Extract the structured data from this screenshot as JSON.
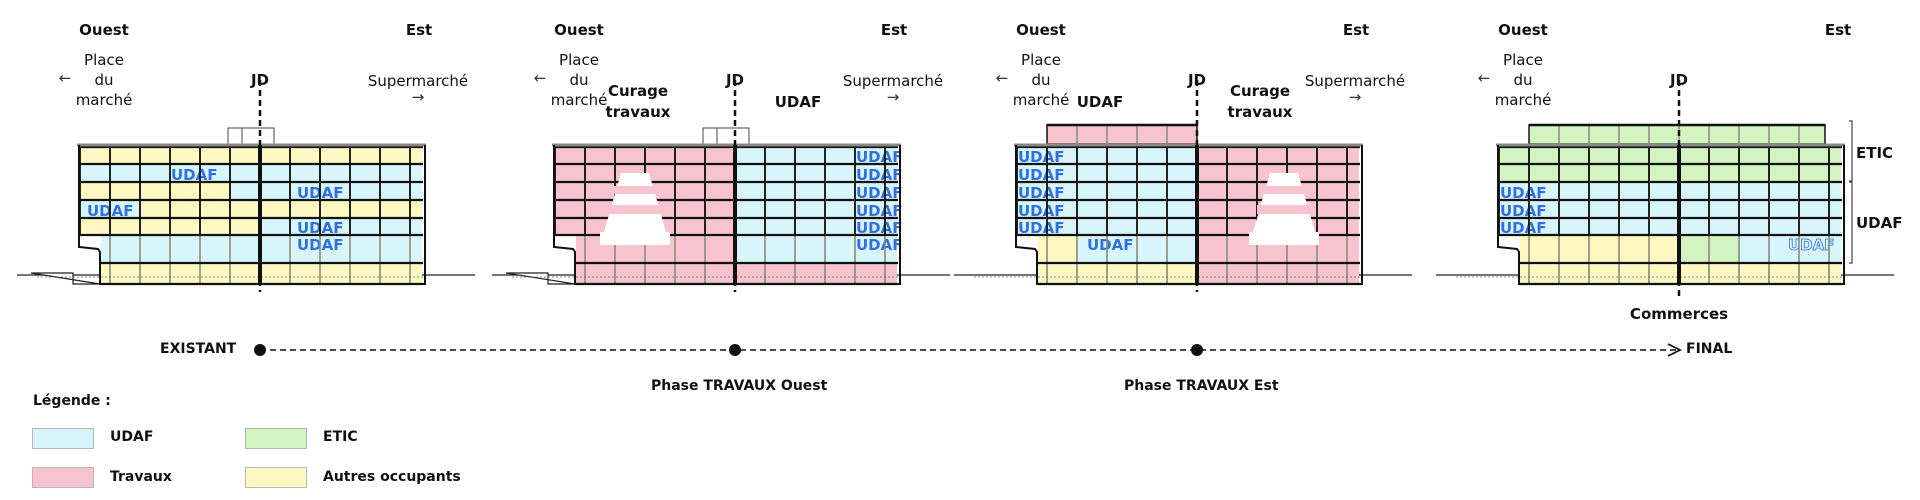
{
  "colors": {
    "udaf": "#d8f5fc",
    "travaux": "#f7c3cf",
    "etic": "#d3f4c1",
    "autres": "#fdf7c2",
    "udaf_text": "#2f6fe2",
    "line": "#111111",
    "mullion": "#8a8a7a"
  },
  "panels": [
    {
      "id": "existant",
      "ouest": "Ouest",
      "est": "Est",
      "place_line1": "Place",
      "place_line2": "du",
      "place_line3": "marché",
      "left_arrow": "←",
      "jd": "JD",
      "supermarche": "Supermarché",
      "right_arrow": "→",
      "annotations": [],
      "bottom_label": "",
      "rooftop_box": true,
      "upper_floor": null,
      "floors": [
        {
          "zones": [
            [
              "autres",
              0,
              12
            ]
          ]
        },
        {
          "zones": [
            [
              "udaf",
              0,
              12
            ]
          ],
          "labels": [
            {
              "text": "UDAF",
              "col": 3
            }
          ]
        },
        {
          "zones": [
            [
              "autres",
              0,
              5
            ],
            [
              "udaf",
              5,
              12
            ]
          ],
          "labels": [
            {
              "text": "UDAF",
              "col": 7.2
            }
          ]
        },
        {
          "zones": [
            [
              "udaf",
              0,
              2
            ],
            [
              "autres",
              2,
              12
            ]
          ],
          "labels": [
            {
              "text": "UDAF",
              "col": 0.2
            }
          ]
        },
        {
          "zones": [
            [
              "autres",
              0,
              6
            ],
            [
              "udaf",
              6,
              12
            ]
          ],
          "labels": [
            {
              "text": "UDAF",
              "col": 7.2
            }
          ]
        },
        {
          "zones": [
            [
              "udaf",
              0,
              12
            ]
          ],
          "labels": [
            {
              "text": "UDAF",
              "col": 7.2,
              "top": true
            }
          ]
        },
        {
          "zones": [
            [
              "autres",
              0,
              12
            ]
          ]
        }
      ]
    },
    {
      "id": "travaux-ouest",
      "ouest": "Ouest",
      "est": "Est",
      "place_line1": "Place",
      "place_line2": "du",
      "place_line3": "marché",
      "left_arrow": "←",
      "jd": "JD",
      "supermarche": "Supermarché",
      "right_arrow": "→",
      "annotations": [
        {
          "line1": "Curage",
          "line2": "travaux",
          "side": "west"
        },
        {
          "line1": "UDAF",
          "line2": "",
          "side": "east"
        }
      ],
      "bottom_label": "",
      "rooftop_box": true,
      "upper_floor": null,
      "cone_side": "west",
      "floors": [
        {
          "zones": [
            [
              "travaux",
              0,
              6
            ],
            [
              "udaf",
              6,
              12
            ]
          ],
          "labels": [
            {
              "text": "UDAF",
              "col": 10
            }
          ]
        },
        {
          "zones": [
            [
              "travaux",
              0,
              6
            ],
            [
              "udaf",
              6,
              12
            ]
          ],
          "labels": [
            {
              "text": "UDAF",
              "col": 10
            }
          ]
        },
        {
          "zones": [
            [
              "travaux",
              0,
              6
            ],
            [
              "udaf",
              6,
              12
            ]
          ],
          "labels": [
            {
              "text": "UDAF",
              "col": 10
            }
          ]
        },
        {
          "zones": [
            [
              "travaux",
              0,
              6
            ],
            [
              "udaf",
              6,
              12
            ]
          ],
          "labels": [
            {
              "text": "UDAF",
              "col": 10
            }
          ]
        },
        {
          "zones": [
            [
              "travaux",
              0,
              6
            ],
            [
              "udaf",
              6,
              12
            ]
          ],
          "labels": [
            {
              "text": "UDAF",
              "col": 10
            }
          ]
        },
        {
          "zones": [
            [
              "travaux",
              0,
              6
            ],
            [
              "udaf",
              6,
              12
            ]
          ],
          "labels": [
            {
              "text": "UDAF",
              "col": 10,
              "top": true
            }
          ]
        },
        {
          "zones": [
            [
              "travaux",
              0,
              12
            ]
          ]
        }
      ]
    },
    {
      "id": "travaux-est",
      "ouest": "Ouest",
      "est": "Est",
      "place_line1": "Place",
      "place_line2": "du",
      "place_line3": "marché",
      "left_arrow": "←",
      "jd": "JD",
      "supermarche": "Supermarché",
      "right_arrow": "→",
      "annotations": [
        {
          "line1": "UDAF",
          "line2": "",
          "side": "west"
        },
        {
          "line1": "Curage",
          "line2": "travaux",
          "side": "east"
        }
      ],
      "bottom_label": "",
      "rooftop_box": false,
      "upper_floor": {
        "zone": "travaux",
        "from": 1,
        "to": 6
      },
      "cone_side": "east",
      "floors": [
        {
          "zones": [
            [
              "udaf",
              0,
              6
            ],
            [
              "travaux",
              6,
              12
            ]
          ],
          "labels": [
            {
              "text": "UDAF",
              "col": 0
            }
          ]
        },
        {
          "zones": [
            [
              "udaf",
              0,
              6
            ],
            [
              "travaux",
              6,
              12
            ]
          ],
          "labels": [
            {
              "text": "UDAF",
              "col": 0
            }
          ]
        },
        {
          "zones": [
            [
              "udaf",
              0,
              6
            ],
            [
              "travaux",
              6,
              12
            ]
          ],
          "labels": [
            {
              "text": "UDAF",
              "col": 0
            }
          ]
        },
        {
          "zones": [
            [
              "udaf",
              0,
              6
            ],
            [
              "travaux",
              6,
              12
            ]
          ],
          "labels": [
            {
              "text": "UDAF",
              "col": 0
            }
          ]
        },
        {
          "zones": [
            [
              "udaf",
              0,
              6
            ],
            [
              "travaux",
              6,
              12
            ]
          ],
          "labels": [
            {
              "text": "UDAF",
              "col": 0
            }
          ]
        },
        {
          "zones": [
            [
              "autres",
              0,
              2
            ],
            [
              "udaf",
              2,
              6
            ],
            [
              "travaux",
              6,
              12
            ]
          ],
          "labels": [
            {
              "text": "UDAF",
              "col": 2.3,
              "top": true
            }
          ],
          "mezz": [
            0,
            2
          ]
        },
        {
          "zones": [
            [
              "autres",
              0,
              6
            ],
            [
              "travaux",
              6,
              12
            ]
          ]
        }
      ]
    },
    {
      "id": "final",
      "ouest": "Ouest",
      "est": "Est",
      "place_line1": "Place",
      "place_line2": "du",
      "place_line3": "marché",
      "left_arrow": "←",
      "jd": "JD",
      "supermarche": "",
      "right_arrow": "",
      "annotations": [],
      "bottom_label": "Commerces",
      "rooftop_box": false,
      "upper_floor": {
        "zone": "etic",
        "from": 1,
        "to": 11
      },
      "side_brackets": [
        {
          "label": "ETIC"
        },
        {
          "label": "UDAF"
        }
      ],
      "floors": [
        {
          "zones": [
            [
              "etic",
              0,
              12
            ]
          ]
        },
        {
          "zones": [
            [
              "etic",
              0,
              12
            ]
          ]
        },
        {
          "zones": [
            [
              "udaf",
              0,
              12
            ]
          ],
          "labels": [
            {
              "text": "UDAF",
              "col": 0
            }
          ]
        },
        {
          "zones": [
            [
              "udaf",
              0,
              12
            ]
          ],
          "labels": [
            {
              "text": "UDAF",
              "col": 0
            }
          ]
        },
        {
          "zones": [
            [
              "udaf",
              0,
              12
            ]
          ],
          "labels": [
            {
              "text": "UDAF",
              "col": 0
            }
          ]
        },
        {
          "zones": [
            [
              "autres",
              0,
              6
            ],
            [
              "etic",
              6,
              8
            ],
            [
              "udaf",
              8,
              12
            ]
          ],
          "labels": [
            {
              "text": "UDAF",
              "col": 9.6,
              "top": true,
              "outline": true
            }
          ],
          "mezz": [
            0,
            2
          ]
        },
        {
          "zones": [
            [
              "autres",
              0,
              12
            ]
          ]
        }
      ]
    }
  ],
  "timeline": {
    "start": "EXISTANT",
    "end": "FINAL",
    "phase_1": "Phase TRAVAUX Ouest",
    "phase_2": "Phase TRAVAUX Est"
  },
  "legend": {
    "title": "Légende :",
    "items": [
      {
        "key": "udaf",
        "label": "UDAF"
      },
      {
        "key": "etic",
        "label": "ETIC"
      },
      {
        "key": "travaux",
        "label": "Travaux"
      },
      {
        "key": "autres",
        "label": "Autres occupants"
      }
    ]
  }
}
